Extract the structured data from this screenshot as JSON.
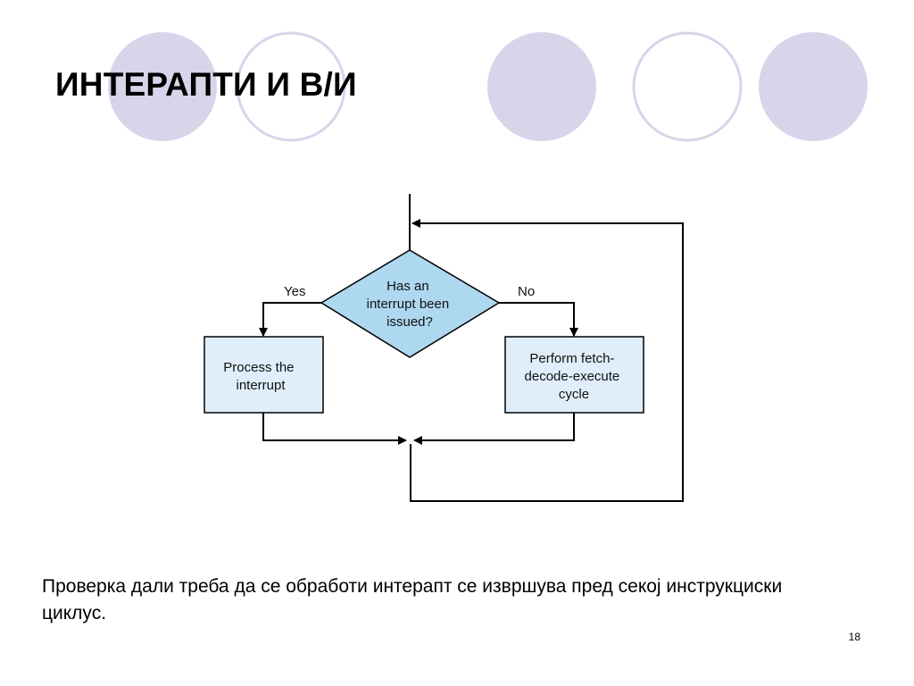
{
  "slide": {
    "title": "ИНТЕРАПТИ И В/И",
    "caption": "Проверка дали треба да се обработи интерапт се извршува пред секој инструкциски циклус.",
    "page_number": "18"
  },
  "theme": {
    "circle_fill": "#d6d5ea",
    "circle_outline": "#d6d5ea",
    "diamond_fill": "#aed7f0",
    "box_fill": "#dfeefa",
    "line_color": "#000000"
  },
  "diagram": {
    "decision": {
      "lines": [
        "Has an",
        "interrupt been",
        "issued?"
      ]
    },
    "yes_label": "Yes",
    "no_label": "No",
    "process_box": {
      "lines": [
        "Process the",
        "interrupt"
      ]
    },
    "fetch_box": {
      "lines": [
        "Perform fetch-",
        "decode-execute",
        "cycle"
      ]
    }
  }
}
